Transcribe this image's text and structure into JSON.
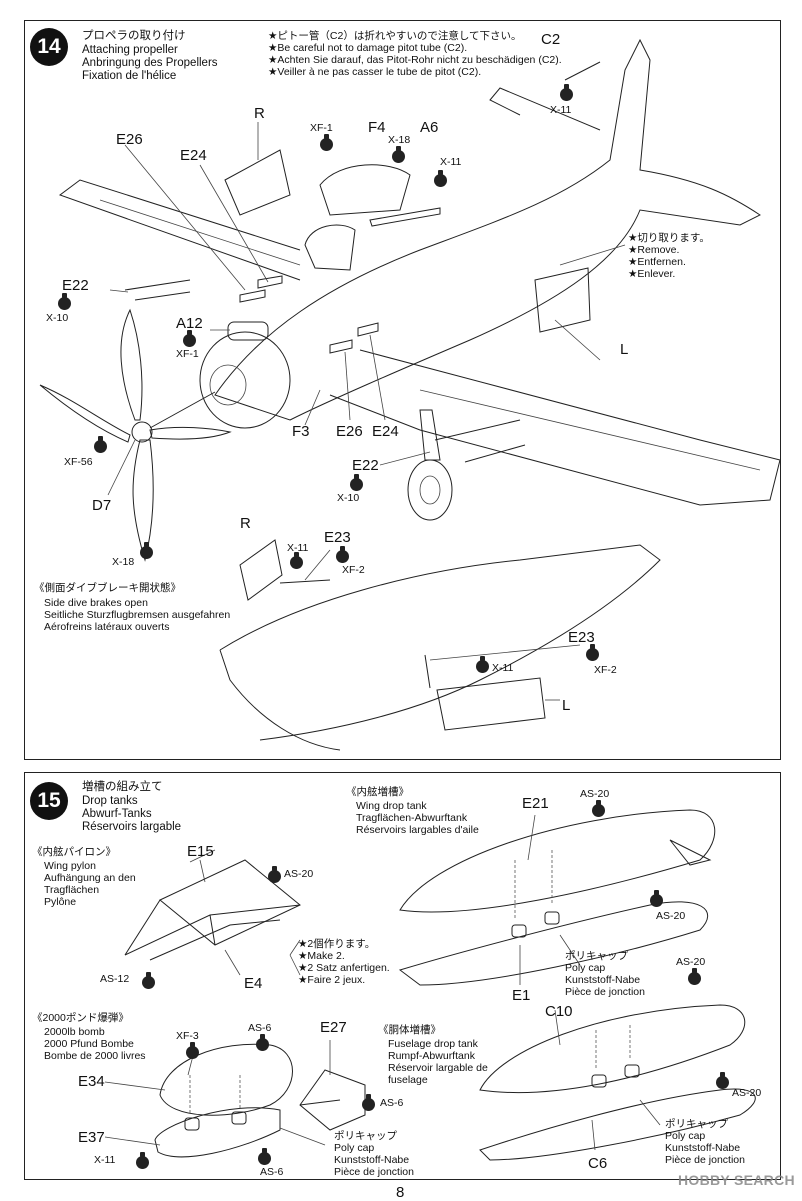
{
  "step14": {
    "number": "14",
    "title_jp": "プロペラの取り付け",
    "title_en": "Attaching propeller",
    "title_de": "Anbringung des Propellers",
    "title_fr": "Fixation de l'hélice",
    "caution_jp": "★ピトー管（C2）は折れやすいので注意して下さい。",
    "caution_en": "★Be careful not to damage pitot tube (C2).",
    "caution_de": "★Achten Sie darauf, das Pitot-Rohr nicht zu beschädigen (C2).",
    "caution_fr": "★Veiller à ne pas casser le tube de pitot (C2).",
    "remove_jp": "★切り取ります。",
    "remove_en": "★Remove.",
    "remove_de": "★Entfernen.",
    "remove_fr": "★Enlever.",
    "dive_jp": "《側面ダイブブレーキ開状態》",
    "dive_en": "Side dive brakes open",
    "dive_de": "Seitliche Sturzflugbremsen ausgefahren",
    "dive_fr": "Aérofreins latéraux ouverts",
    "labels": {
      "C2": "C2",
      "X11a": "X-11",
      "R": "R",
      "E26": "E26",
      "XF1": "XF-1",
      "F4": "F4",
      "X18": "X-18",
      "A6": "A6",
      "E24": "E24",
      "X11b": "X-11",
      "E22": "E22",
      "X10": "X-10",
      "A12": "A12",
      "XF1b": "XF-1",
      "L": "L",
      "XF56": "XF-56",
      "F3": "F3",
      "E26b": "E26",
      "E24b": "E24",
      "E22b": "E22",
      "X10b": "X-10",
      "D7": "D7",
      "X18b": "X-18",
      "R2": "R",
      "X11c": "X-11",
      "E23": "E23",
      "XF2": "XF-2",
      "E23b": "E23",
      "X11d": "X-11",
      "XF2b": "XF-2",
      "L2": "L"
    }
  },
  "step15": {
    "number": "15",
    "title_jp": "増槽の組み立て",
    "title_en": "Drop tanks",
    "title_de": "Abwurf-Tanks",
    "title_fr": "Réservoirs largable",
    "pylon_jp": "《内舷パイロン》",
    "pylon_en": "Wing pylon",
    "pylon_de1": "Aufhängung an den",
    "pylon_de2": "Tragflächen",
    "pylon_fr": "Pylône",
    "make2_jp": "★2個作ります。",
    "make2_en": "★Make 2.",
    "make2_de": "★2 Satz anfertigen.",
    "make2_fr": "★Faire 2 jeux.",
    "bomb_jp": "《2000ポンド爆弾》",
    "bomb_en": "2000lb bomb",
    "bomb_de": "2000 Pfund Bombe",
    "bomb_fr": "Bombe de 2000 livres",
    "wingtank_jp": "《内舷増槽》",
    "wingtank_en": "Wing drop tank",
    "wingtank_de": "Tragflächen-Abwurftank",
    "wingtank_fr": "Réservoirs largables d'aile",
    "fuse_jp": "《胴体増槽》",
    "fuse_en": "Fuselage drop tank",
    "fuse_de": "Rumpf-Abwurftank",
    "fuse_fr1": "Réservoir largable de",
    "fuse_fr2": "fuselage",
    "polycap_jp": "ポリキャップ",
    "polycap_en": "Poly cap",
    "polycap_de": "Kunststoff-Nabe",
    "polycap_fr": "Pièce de jonction",
    "labels": {
      "E15": "E15",
      "AS20a": "AS-20",
      "AS12": "AS-12",
      "E4": "E4",
      "E21": "E21",
      "AS20b": "AS-20",
      "AS20c": "AS-20",
      "E1": "E1",
      "AS20d": "AS-20",
      "C10": "C10",
      "AS20e": "AS-20",
      "C6": "C6",
      "XF3": "XF-3",
      "AS6a": "AS-6",
      "E27": "E27",
      "E34": "E34",
      "AS6b": "AS-6",
      "E37": "E37",
      "X11": "X-11",
      "AS6c": "AS-6"
    }
  },
  "page_number": "8",
  "watermark": "HOBBY SEARCH"
}
